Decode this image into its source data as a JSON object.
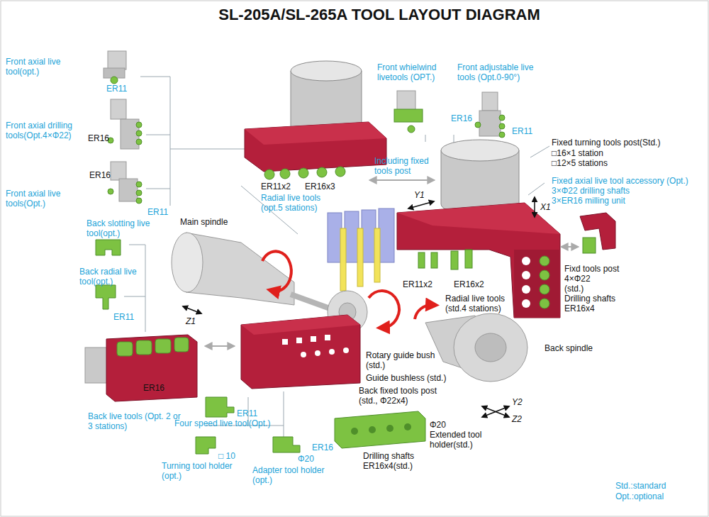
{
  "diagram": {
    "title": "SL-205A/SL-265A TOOL LAYOUT DIAGRAM",
    "labels": [
      "Front axial live tool(opt.)",
      "ER11",
      "Front axial drilling tools(Opt.4×Φ22)",
      "ER16",
      "Front axial live tools(Opt.)",
      "ER16",
      "ER11",
      "Front whielwind livetools (OPT.)",
      "Front adjustable live tools (Opt.0-90°)",
      "ER16",
      "ER11",
      "Fixed turning tools post(Std.)",
      "□16×1 station",
      "□12×5 stations",
      "Fixed axial live tool accessory (Opt.)",
      "3×Φ22 drilling shafts",
      "3×ER16 milling unit",
      "Including fixed tools post",
      "ER11x2",
      "ER16x3",
      "Radial live tools (opt.5 stations)",
      "Y1",
      "X1",
      "Main spindle",
      "Back slotting live tool(opt.)",
      "Back radial live tool(opt.)",
      "ER11",
      "Z1",
      "ER11x2",
      "ER16x2",
      "Radial live tools (std.4 stations)",
      "Fixd tools post",
      "4×Φ22",
      "(std.)",
      "Drilling shafts",
      "ER16x4",
      "Back spindle",
      "Rotary guide bush (std.)",
      "Guide bushless (std.)",
      "ER16",
      "Back fixed tools post (std., Φ22x4)",
      "Y2",
      "Z2",
      "ER11",
      "Back live tools (Opt. 2 or 3 stations)",
      "Four speed live tool(Opt.)",
      "Φ20",
      "Extended tool holder(std.)",
      "ER16",
      "□ 10",
      "Φ20",
      "Drilling shafts ER16x4(std.)",
      "Turning tool holder (opt.)",
      "Adapter tool holder (opt.)",
      "Std.:standard",
      "Opt.:optional"
    ]
  }
}
